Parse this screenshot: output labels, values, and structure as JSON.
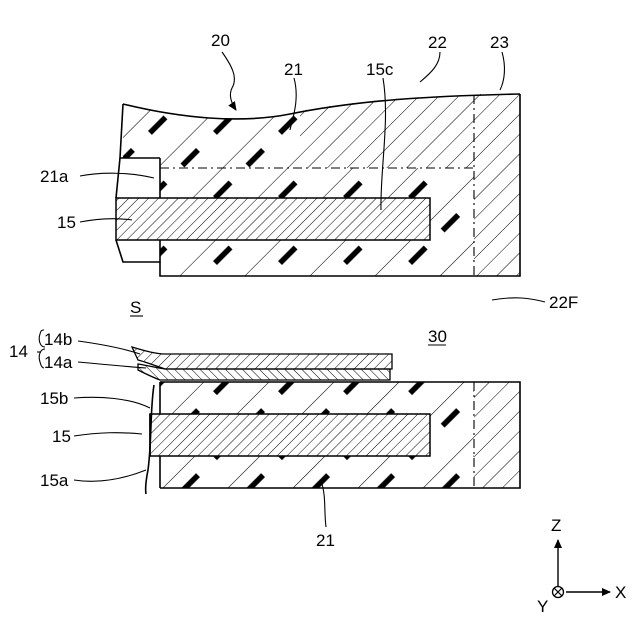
{
  "labels": {
    "ref_20": "20",
    "ref_21_top": "21",
    "ref_15c": "15c",
    "ref_22": "22",
    "ref_23": "23",
    "ref_21a": "21a",
    "ref_15_top": "15",
    "ref_22F": "22F",
    "ref_S": "S",
    "ref_30": "30",
    "ref_14": "14",
    "ref_14b": "14b",
    "ref_14a": "14a",
    "ref_15b": "15b",
    "ref_15_bottom": "15",
    "ref_15a": "15a",
    "ref_21_bottom": "21"
  },
  "axes": {
    "z": "Z",
    "x": "X",
    "y": "Y"
  }
}
